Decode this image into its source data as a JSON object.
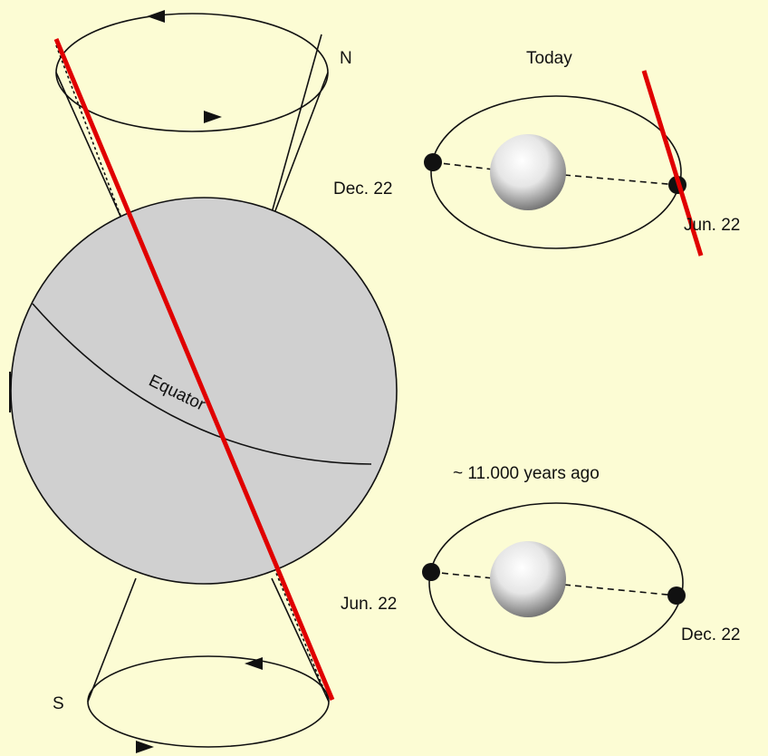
{
  "colors": {
    "background": "#fcfcd4",
    "earth_fill": "#d0d0d0",
    "ink": "#111111",
    "red_axis": "#e00000",
    "sun_light": "#ffffff",
    "sun_dark": "#555555"
  },
  "earth": {
    "north_label": "N",
    "south_label": "S",
    "equator_label": "Equator"
  },
  "today_panel": {
    "title": "Today",
    "left_label": "Dec. 22",
    "right_label": "Jun. 22"
  },
  "past_panel": {
    "title": "~ 11.000 years ago",
    "left_label": "Jun. 22",
    "right_label": "Dec. 22"
  }
}
